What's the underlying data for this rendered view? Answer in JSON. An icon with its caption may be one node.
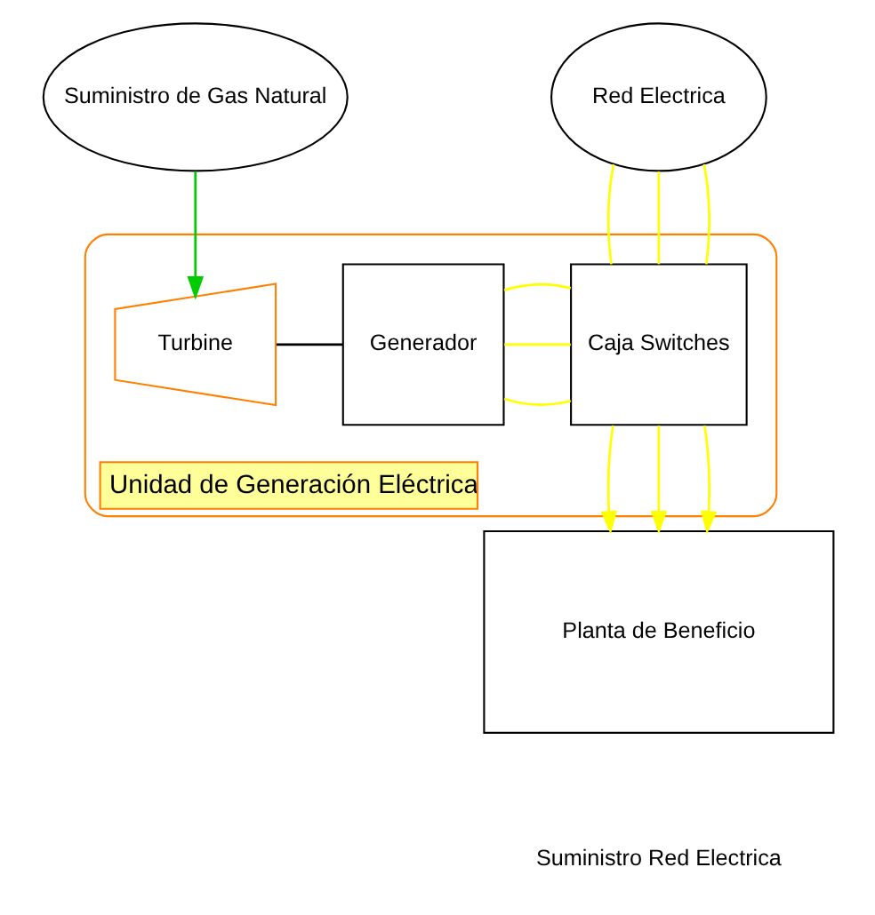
{
  "diagram": {
    "nodes": [
      {
        "text": [
          "Suministro de Gas Natural"
        ]
      },
      {
        "text": [
          "Red Electrica"
        ]
      },
      {
        "text": [
          "Unidad de Generación Eléctrica"
        ]
      },
      {
        "text": [
          "Turbine"
        ],
        "in": 2
      },
      {
        "text": [
          "Generador"
        ],
        "in": 2
      },
      {
        "text": [
          "Caja Switches"
        ],
        "in": 2
      },
      {
        "text": [
          "Planta de Beneficio"
        ]
      }
    ],
    "edges": [
      {
        "from": 0,
        "to": 3,
        "arrow": "to",
        "color": "#00cc00"
      },
      {
        "from": 3,
        "to": 4,
        "arrow": "none",
        "color": "#000000"
      },
      {
        "from": 4,
        "to": 5,
        "arrow": "none"
      },
      {
        "from": 4,
        "to": 5,
        "arrow": "none"
      },
      {
        "from": 4,
        "to": 5,
        "arrow": "none"
      },
      {
        "from": 1,
        "to": 5,
        "arrow": "none"
      },
      {
        "from": 1,
        "to": 5,
        "arrow": "none"
      },
      {
        "from": 1,
        "to": 5,
        "arrow": "none"
      },
      {
        "from": 5,
        "to": 6,
        "arrow": "to"
      },
      {
        "from": 5,
        "to": 6,
        "arrow": "to"
      },
      {
        "from": 5,
        "to": 6,
        "arrow": "to"
      }
    ],
    "labels": [
      "Suministro Red Electrica"
    ]
  }
}
